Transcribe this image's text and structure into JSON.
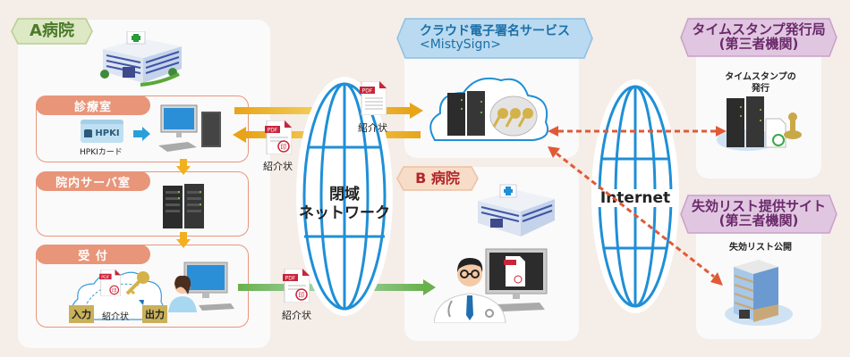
{
  "hospital_a": {
    "label": "A病院",
    "rooms": {
      "consult": {
        "label": "診療室",
        "card_label": "HPKI",
        "card_caption": "HPKIカード"
      },
      "server": {
        "label": "院内サーバ室"
      },
      "reception": {
        "label": "受 付",
        "input_label": "入力",
        "output_label": "出力",
        "doc_caption": "紹介状"
      }
    }
  },
  "closed_network": {
    "line1": "閉域",
    "line2": "ネットワーク"
  },
  "documents": {
    "doc_top_caption": "紹介状",
    "doc_left_caption": "紹介状",
    "doc_bottom_caption": "紹介状",
    "pdf_badge": "PDF",
    "seal_glyph": "印"
  },
  "cloud_service": {
    "title_line1": "クラウド電子署名サービス",
    "title_line2": "<MistySign>"
  },
  "hospital_b": {
    "label": "B 病院"
  },
  "internet": {
    "label": "Internet"
  },
  "timestamp_authority": {
    "title_line1": "タイムスタンプ発行局",
    "title_line2": "(第三者機関)",
    "caption_line1": "タイムスタンプの",
    "caption_line2": "発行"
  },
  "revocation_site": {
    "title_line1": "失効リスト提供サイト",
    "title_line2": "(第三者機関)",
    "caption": "失効リスト公開"
  },
  "colors": {
    "hospital_a_label_bg": "#dde8c5",
    "hospital_a_label_text": "#4a7a2a",
    "cloud_label_bg": "#b9daf0",
    "cloud_label_text": "#1b6fa8",
    "hospital_b_label_bg": "#f7ddc8",
    "hospital_b_label_text": "#b2262a",
    "third_party_label_bg": "#e0c6e0",
    "third_party_label_text": "#6a2a6a",
    "room_accent": "#e8957a",
    "globe_blue": "#1f8fd6",
    "flow_orange": "#e8a418",
    "flow_green": "#6ab04c",
    "dashed_red": "#e05a36"
  }
}
